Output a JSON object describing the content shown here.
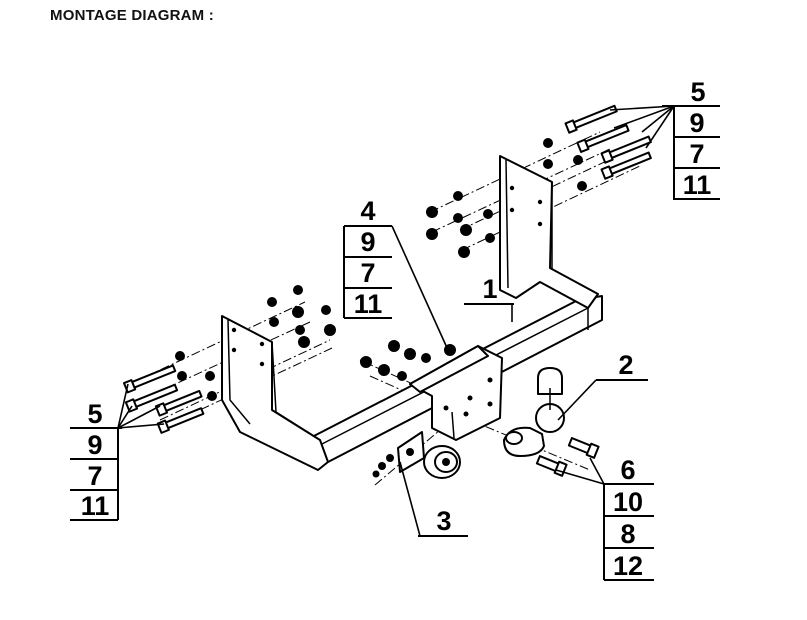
{
  "title": "MONTAGE DIAGRAM :",
  "labels": {
    "top_right": [
      "5",
      "9",
      "7",
      "11"
    ],
    "left": [
      "5",
      "9",
      "7",
      "11"
    ],
    "center": [
      "4",
      "9",
      "7",
      "11"
    ],
    "bottom_right": [
      "6",
      "10",
      "8",
      "12"
    ],
    "part1": "1",
    "part2": "2",
    "part3": "3"
  },
  "colors": {
    "ink": "#000000",
    "paper": "#ffffff"
  }
}
